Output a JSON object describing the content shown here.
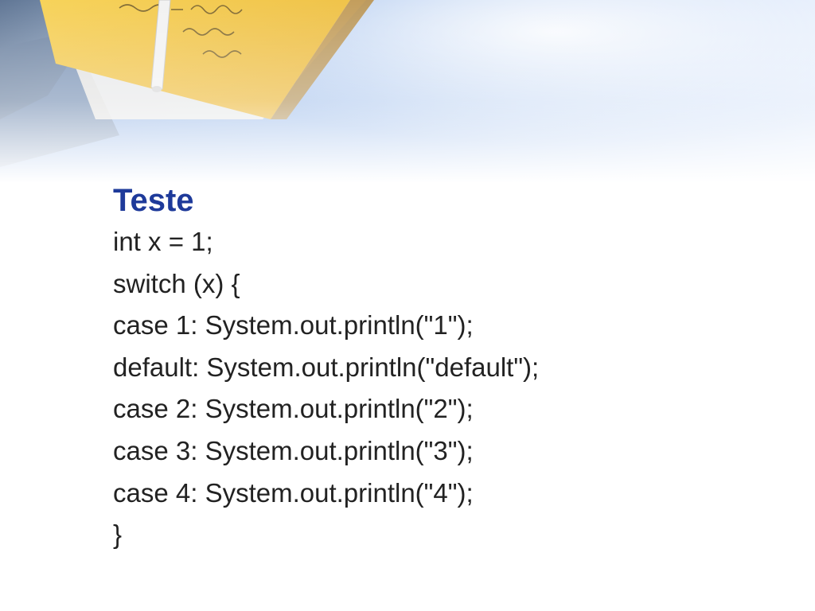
{
  "slide": {
    "title": "Teste",
    "code_lines": [
      "int x = 1;",
      "switch (x) {",
      "case 1: System.out.println(\"1\");",
      "default: System.out.println(\"default\");",
      "case 2: System.out.println(\"2\");",
      "case 3: System.out.println(\"3\");",
      "case 4: System.out.println(\"4\");",
      "}"
    ]
  },
  "colors": {
    "title": "#1e3a9a",
    "body_text": "#222222",
    "header_blue": "#8fb3e8",
    "folder_yellow": "#f2c44a",
    "background": "#ffffff"
  }
}
